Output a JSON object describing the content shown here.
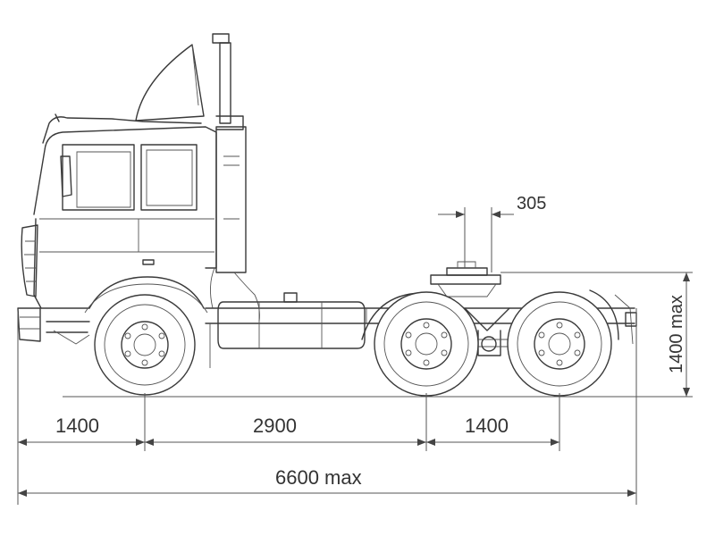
{
  "dimensions": {
    "front_overhang": "1400",
    "wheelbase": "2900",
    "tandem_spacing": "1400",
    "fifth_wheel_offset": "305",
    "fifth_wheel_height": "1400 max",
    "overall_length": "6600 max"
  }
}
